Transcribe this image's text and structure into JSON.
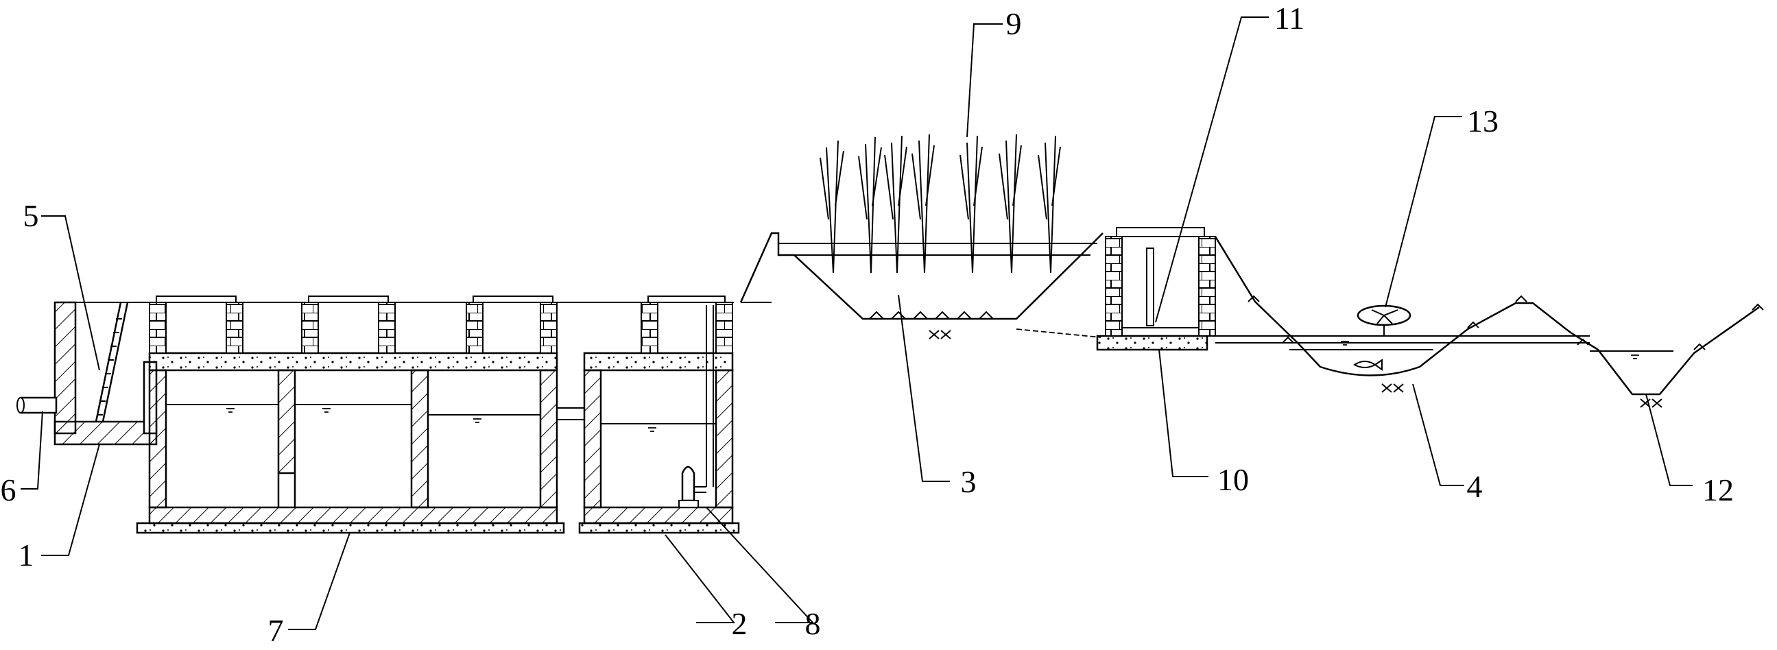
{
  "callouts": {
    "c1": "1",
    "c2": "2",
    "c3": "3",
    "c4": "4",
    "c5": "5",
    "c6": "6",
    "c7": "7",
    "c8": "8",
    "c9": "9",
    "c10": "10",
    "c11": "11",
    "c12": "12",
    "c13": "13"
  },
  "colors": {
    "ink": "#000000",
    "paper": "#ffffff"
  }
}
